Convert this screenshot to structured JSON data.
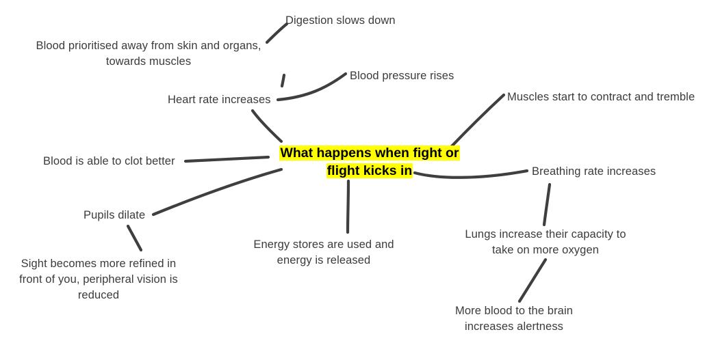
{
  "diagram": {
    "type": "mind-map",
    "background_color": "#ffffff",
    "text_color": "#3b3b3b",
    "connector_color": "#3f3f3f",
    "highlight_color": "#ffff00",
    "center": {
      "line1": "What happens when fight or",
      "line2": "flight kicks in"
    },
    "branches": [
      {
        "id": "digestion",
        "text": "Digestion slows down"
      },
      {
        "id": "blood-prioritised",
        "text": "Blood prioritised away from skin and organs,\ntowards muscles"
      },
      {
        "id": "heart-rate",
        "text": "Heart rate increases"
      },
      {
        "id": "blood-pressure",
        "text": "Blood pressure rises"
      },
      {
        "id": "muscles",
        "text": "Muscles start to contract and tremble"
      },
      {
        "id": "blood-clot",
        "text": "Blood is able to clot better"
      },
      {
        "id": "breathing-rate",
        "text": "Breathing rate increases"
      },
      {
        "id": "pupils",
        "text": "Pupils dilate"
      },
      {
        "id": "lungs",
        "text": "Lungs increase their capacity to\ntake on more oxygen"
      },
      {
        "id": "sight",
        "text": "Sight becomes more refined in\nfront of you, peripheral vision is\nreduced"
      },
      {
        "id": "energy",
        "text": "Energy stores are used and\nenergy is released"
      },
      {
        "id": "brain-blood",
        "text": "More blood to the brain\nincreases alertness"
      }
    ]
  }
}
